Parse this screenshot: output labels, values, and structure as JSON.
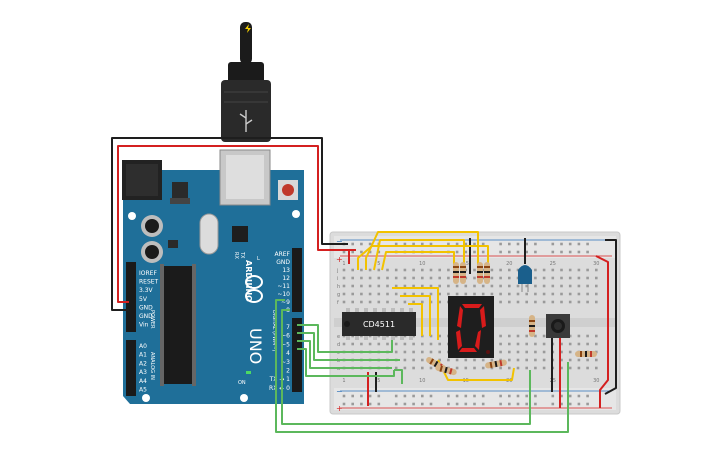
{
  "board": {
    "brand": "ARDUINO",
    "model": "UNO",
    "left_header_labels": [
      "IOREF",
      "RESET",
      "3.3V",
      "5V",
      "GND",
      "GND",
      "Vin"
    ],
    "power_label": "POWER",
    "analog_labels": [
      "A0",
      "A1",
      "A2",
      "A3",
      "A4",
      "A5"
    ],
    "analog_in_label": "ANALOG IN",
    "top_header_labels": [
      "AREF",
      "GND",
      "13",
      "12",
      "~11",
      "~10",
      "~9",
      "8"
    ],
    "bottom_header_labels": [
      "7",
      "~6",
      "~5",
      "4",
      "~3",
      "2",
      "TX → 1",
      "RX ← 0"
    ],
    "digital_label": "DIGITAL (PWM~)",
    "tx_label": "TX",
    "rx_label": "RX",
    "l_label": "L",
    "on_label": "ON"
  },
  "chip": {
    "label": "CD4511"
  },
  "display": {
    "digit": "0"
  },
  "breadboard": {
    "column_numbers": [
      "1",
      "5",
      "10",
      "15",
      "20",
      "25",
      "30"
    ],
    "row_letters_top": [
      "j",
      "i",
      "h",
      "g",
      "f"
    ],
    "row_letters_bottom": [
      "e",
      "d",
      "c",
      "b",
      "a"
    ],
    "plus_sign": "+",
    "minus_sign": "−"
  },
  "colors": {
    "arduino_blue": "#1f6f99",
    "wire_red": "#d42020",
    "wire_black": "#1e1e1e",
    "wire_green": "#5cb85c",
    "wire_yellow": "#f2c200",
    "segment_red": "#d81b1b",
    "led_blue": "#1a5f8c"
  }
}
